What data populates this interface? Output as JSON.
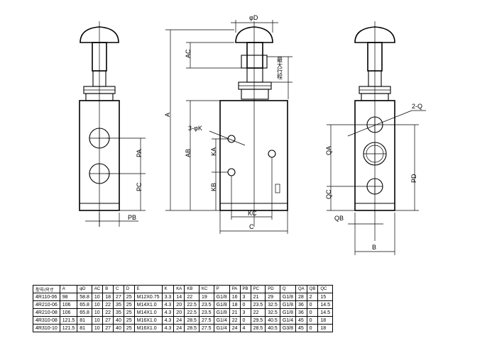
{
  "drawing": {
    "dimension_labels": {
      "oD": "φD",
      "AC": "AC",
      "stroke": "最大行程",
      "A": "A",
      "AB": "AB",
      "K": "3-φK",
      "KA": "KA",
      "KB": "KB",
      "KC": "KC",
      "C": "C",
      "PA": "PA",
      "PC": "PC",
      "PB": "PB",
      "Q": "2-Q",
      "QA": "QA",
      "QC": "QC",
      "QB": "QB",
      "PD": "PD",
      "B": "B"
    }
  },
  "table": {
    "corner_top": "尺寸",
    "corner_bottom": "型号",
    "headers": [
      "A",
      "φD",
      "AC",
      "B",
      "C",
      "D",
      "E",
      "K",
      "KA",
      "KB",
      "KC",
      "P",
      "PA",
      "PB",
      "PC",
      "PD",
      "Q",
      "QA",
      "QB",
      "QC"
    ],
    "rows": [
      [
        "4R110-06",
        "98",
        "58.8",
        "10",
        "18",
        "27",
        "25",
        "M12X0.75",
        "3.3",
        "14",
        "22",
        "19",
        "G1/8",
        "16",
        "3",
        "21",
        "29",
        "G1/8",
        "28",
        "2",
        "15"
      ],
      [
        "4R210-06",
        "106",
        "65.8",
        "10",
        "22",
        "35",
        "25",
        "M14X1.0",
        "4.3",
        "20",
        "22.5",
        "23.5",
        "G1/8",
        "18",
        "0",
        "23.5",
        "32.5",
        "G1/8",
        "36",
        "0",
        "14.5"
      ],
      [
        "4R210-08",
        "106",
        "65.8",
        "10",
        "22",
        "35",
        "25",
        "M14X1.0",
        "4.3",
        "20",
        "22.5",
        "23.5",
        "G1/8",
        "21",
        "3",
        "22",
        "32.5",
        "G1/8",
        "36",
        "0",
        "14.5"
      ],
      [
        "4R310-08",
        "121.5",
        "81",
        "10",
        "27",
        "40",
        "25",
        "M16X1.0",
        "4.3",
        "24",
        "28.5",
        "27.5",
        "G1/4",
        "22",
        "0",
        "29.5",
        "40.5",
        "G1/4",
        "45",
        "0",
        "18"
      ],
      [
        "4R310-10",
        "121.5",
        "81",
        "10",
        "27",
        "40",
        "25",
        "M16X1.0",
        "4.3",
        "24",
        "28.5",
        "27.5",
        "G1/4",
        "24",
        "4",
        "28.5",
        "40.5",
        "G3/8",
        "45",
        "0",
        "18"
      ]
    ]
  }
}
